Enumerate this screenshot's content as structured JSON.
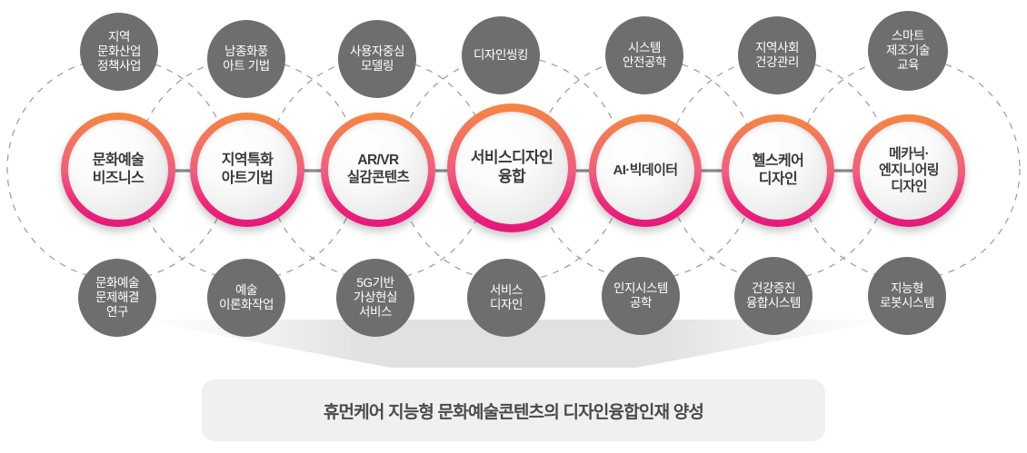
{
  "diagram": {
    "type": "hub-and-spoke cluster diagram",
    "theme_colors": {
      "ring_top": "#f5873f",
      "ring_bottom": "#e4187a",
      "satellite_fill": "#6e6e6e",
      "main_inner_fill": "#efefef",
      "main_label_color": "#3a3a3a",
      "connector_color": "#8a8a8a",
      "dashed_ring_color": "#9a9a9a",
      "banner_bg": "#f0f0f0",
      "banner_text": "#4a4a4a"
    },
    "clusters": [
      {
        "id": "cluster-1",
        "top_label": "지역\n문화산업\n정책사업",
        "main_label": "문화예술\n비즈니스",
        "bottom_label": "문화예술\n문제해결\n연구"
      },
      {
        "id": "cluster-2",
        "top_label": "남종화풍\n아트 기법",
        "main_label": "지역특화\n아트기법",
        "bottom_label": "예술\n이론화작업"
      },
      {
        "id": "cluster-3",
        "top_label": "사용자중심\n모델링",
        "main_label": "AR/VR\n실감콘텐츠",
        "bottom_label": "5G기반\n가상현실\n서비스"
      },
      {
        "id": "cluster-4",
        "top_label": "디자인씽킹",
        "main_label": "서비스디자인\n융합",
        "bottom_label": "서비스\n디자인"
      },
      {
        "id": "cluster-5",
        "top_label": "시스템\n안전공학",
        "main_label": "AI·빅데이터",
        "bottom_label": "인지시스템\n공학"
      },
      {
        "id": "cluster-6",
        "top_label": "지역사회\n건강관리",
        "main_label": "헬스케어\n디자인",
        "bottom_label": "건강증진\n융합시스템"
      },
      {
        "id": "cluster-7",
        "top_label": "스마트\n제조기술\n교육",
        "main_label": "메카닉·\n엔지니어링\n디자인",
        "bottom_label": "지능형\n로봇시스템"
      }
    ]
  },
  "banner": {
    "text": "휴먼케어 지능형 문화예술콘텐츠의 디자인융합인재 양성"
  }
}
